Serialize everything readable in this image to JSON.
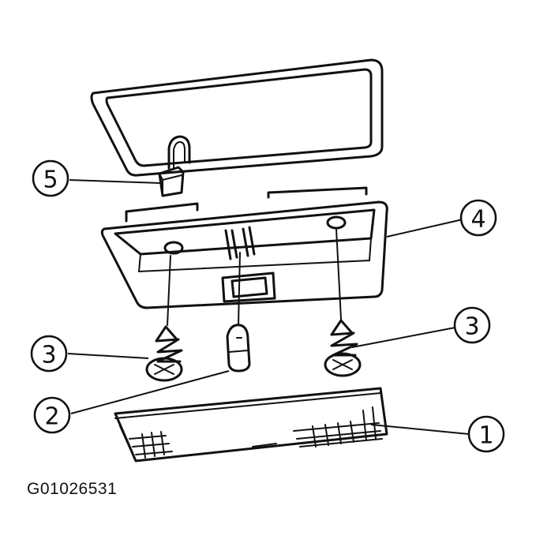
{
  "figure_code": "G01026531",
  "callouts": [
    {
      "id": "1",
      "label": "1"
    },
    {
      "id": "2",
      "label": "2"
    },
    {
      "id": "3a",
      "label": "3"
    },
    {
      "id": "3b",
      "label": "3"
    },
    {
      "id": "4",
      "label": "4"
    },
    {
      "id": "5",
      "label": "5"
    }
  ]
}
